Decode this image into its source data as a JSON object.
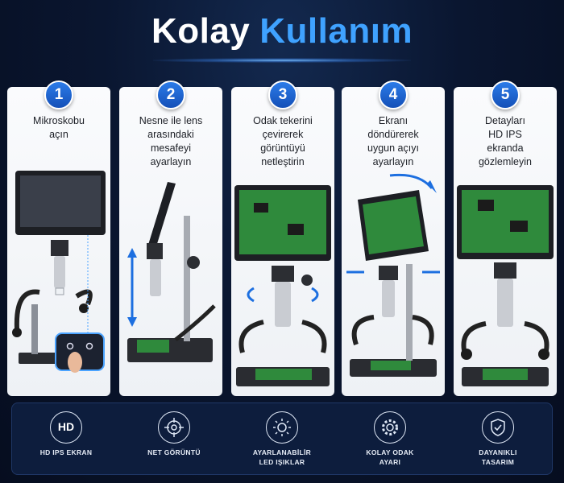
{
  "header": {
    "title_part1": "Kolay",
    "title_part2": "Kullanım"
  },
  "colors": {
    "accent": "#3fa2ff",
    "badge": "#1d63d6",
    "background": "#0a1630",
    "panel": "#0d1d3d"
  },
  "steps": [
    {
      "number": "1",
      "text": "Mikroskobu\naçın",
      "icons": [
        "screen-microscope-icon",
        "power-button-icon",
        "finger-icon"
      ]
    },
    {
      "number": "2",
      "text": "Nesne ile lens\narasındaki\nmesafeyi\nayarlayın",
      "icons": [
        "vertical-arrows-icon"
      ]
    },
    {
      "number": "3",
      "text": "Odak tekerini\nçevirerek\ngörüntüyü\nnetleştirin",
      "icons": [
        "rotate-arrows-icon"
      ]
    },
    {
      "number": "4",
      "text": "Ekranı\ndöndürerek\nuygun açıyı\nayarlayın",
      "icons": [
        "rotate-arrows-icon"
      ]
    },
    {
      "number": "5",
      "text": "Detayları\nHD IPS\nekranda\ngözlemleyin",
      "icons": [
        "circuit-board-icon"
      ]
    }
  ],
  "features": [
    {
      "icon": "hd-icon",
      "badge": "HD",
      "label": "HD IPS EKRAN"
    },
    {
      "icon": "crosshair-icon",
      "label": "NET GÖRÜNTÜ"
    },
    {
      "icon": "sun-icon",
      "label": "AYARLANABİLİR\nLED IŞIKLAR"
    },
    {
      "icon": "gear-icon",
      "label": "KOLAY ODAK\nAYARI"
    },
    {
      "icon": "shield-check-icon",
      "label": "DAYANIKLI\nTASARIM"
    }
  ]
}
